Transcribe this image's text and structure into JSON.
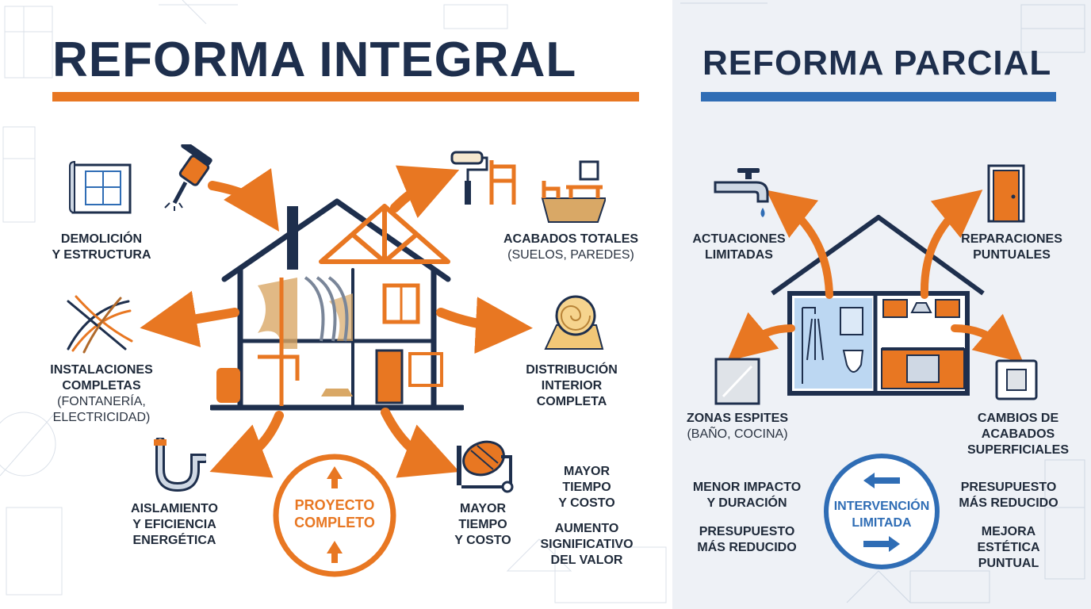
{
  "left": {
    "title": "REFORMA INTEGRAL",
    "accent": "#e87722",
    "labels": {
      "demolicion": {
        "line1": "DEMOLICIÓN",
        "line2": "Y ESTRUCTURA"
      },
      "instalaciones": {
        "line1": "INSTALACIONES",
        "line2": "COMPLETAS",
        "sub1": "(FONTANERÍA,",
        "sub2": "ELECTRICIDAD)"
      },
      "aislamiento": {
        "line1": "AISLAMIENTO",
        "line2": "Y EFICIENCIA",
        "line3": "ENERGÉTICA"
      },
      "acabados": {
        "line1": "ACABADOS TOTALES",
        "sub1": "(SUELOS, PAREDES)"
      },
      "distribucion": {
        "line1": "DISTRIBUCIÓN",
        "line2": "INTERIOR",
        "line3": "COMPLETA"
      },
      "tiempo_a": {
        "line1": "MAYOR",
        "line2": "TIEMPO",
        "line3": "Y COSTO"
      },
      "tiempo_b": {
        "line1": "MAYOR",
        "line2": "TIEMPO",
        "line3": "Y COSTO"
      },
      "aumento": {
        "line1": "AUMENTO",
        "line2": "SIGNIFICATIVO",
        "line3": "DEL VALOR"
      }
    },
    "badge": {
      "line1": "PROYECTO",
      "line2": "COMPLETO"
    }
  },
  "right": {
    "title": "REFORMA PARCIAL",
    "accent": "#2f6db5",
    "labels": {
      "actuaciones": {
        "line1": "ACTUACIONES",
        "line2": "LIMITADAS"
      },
      "reparaciones": {
        "line1": "REPARACIONES",
        "line2": "PUNTUALES"
      },
      "zonas": {
        "line1": "ZONAS ESPITES",
        "sub1": "(BAÑO, COCINA)"
      },
      "cambios": {
        "line1": "CAMBIOS DE",
        "line2": "ACABADOS",
        "line3": "SUPERFICIALES"
      },
      "menor": {
        "line1": "MENOR IMPACTO",
        "line2": "Y DURACIÓN"
      },
      "presupuesto_a": {
        "line1": "PRESUPUESTO",
        "line2": "MÁS REDUCIDO"
      },
      "presupuesto_b": {
        "line1": "PRESUPUESTO",
        "line2": "MÁS REDUCIDO"
      },
      "mejora": {
        "line1": "MEJORA",
        "line2": "ESTÉTICA",
        "line3": "PUNTUAL"
      }
    },
    "badge": {
      "line1": "INTERVENCIÓN",
      "line2": "LIMITADA"
    }
  },
  "colors": {
    "navy": "#1e2f4d",
    "orange": "#e87722",
    "blue": "#2f6db5",
    "tan": "#d9a866"
  }
}
